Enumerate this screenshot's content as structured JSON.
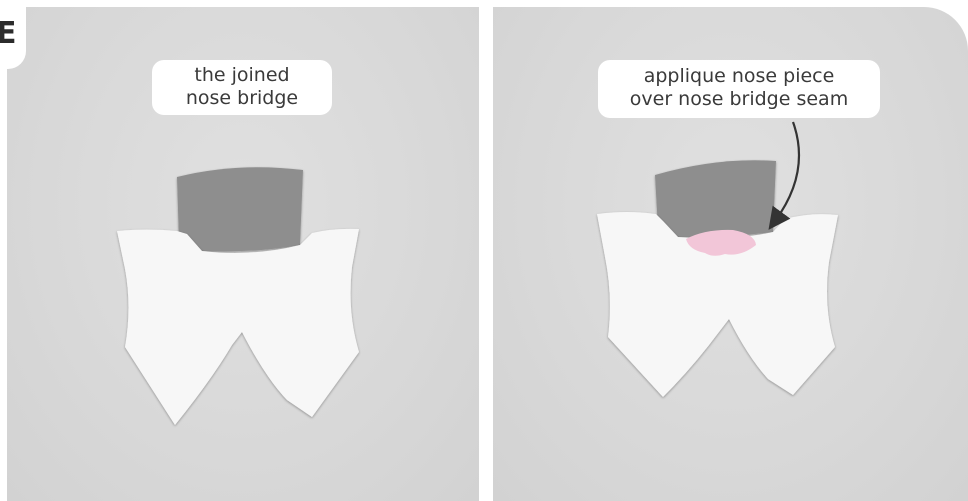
{
  "step": {
    "letter": "E"
  },
  "panels": [
    {
      "id": "left",
      "caption_lines": [
        "the joined",
        "nose bridge"
      ]
    },
    {
      "id": "right",
      "caption_lines": [
        "applique nose piece",
        "over nose bridge seam"
      ]
    }
  ],
  "colors": {
    "background": "#dcdcdc",
    "fabric_white": "#f7f7f7",
    "fabric_grey": "#8e8e8e",
    "fabric_pink": "#f2c6d8",
    "arrow": "#333333",
    "label_text": "#3a3a3a"
  }
}
